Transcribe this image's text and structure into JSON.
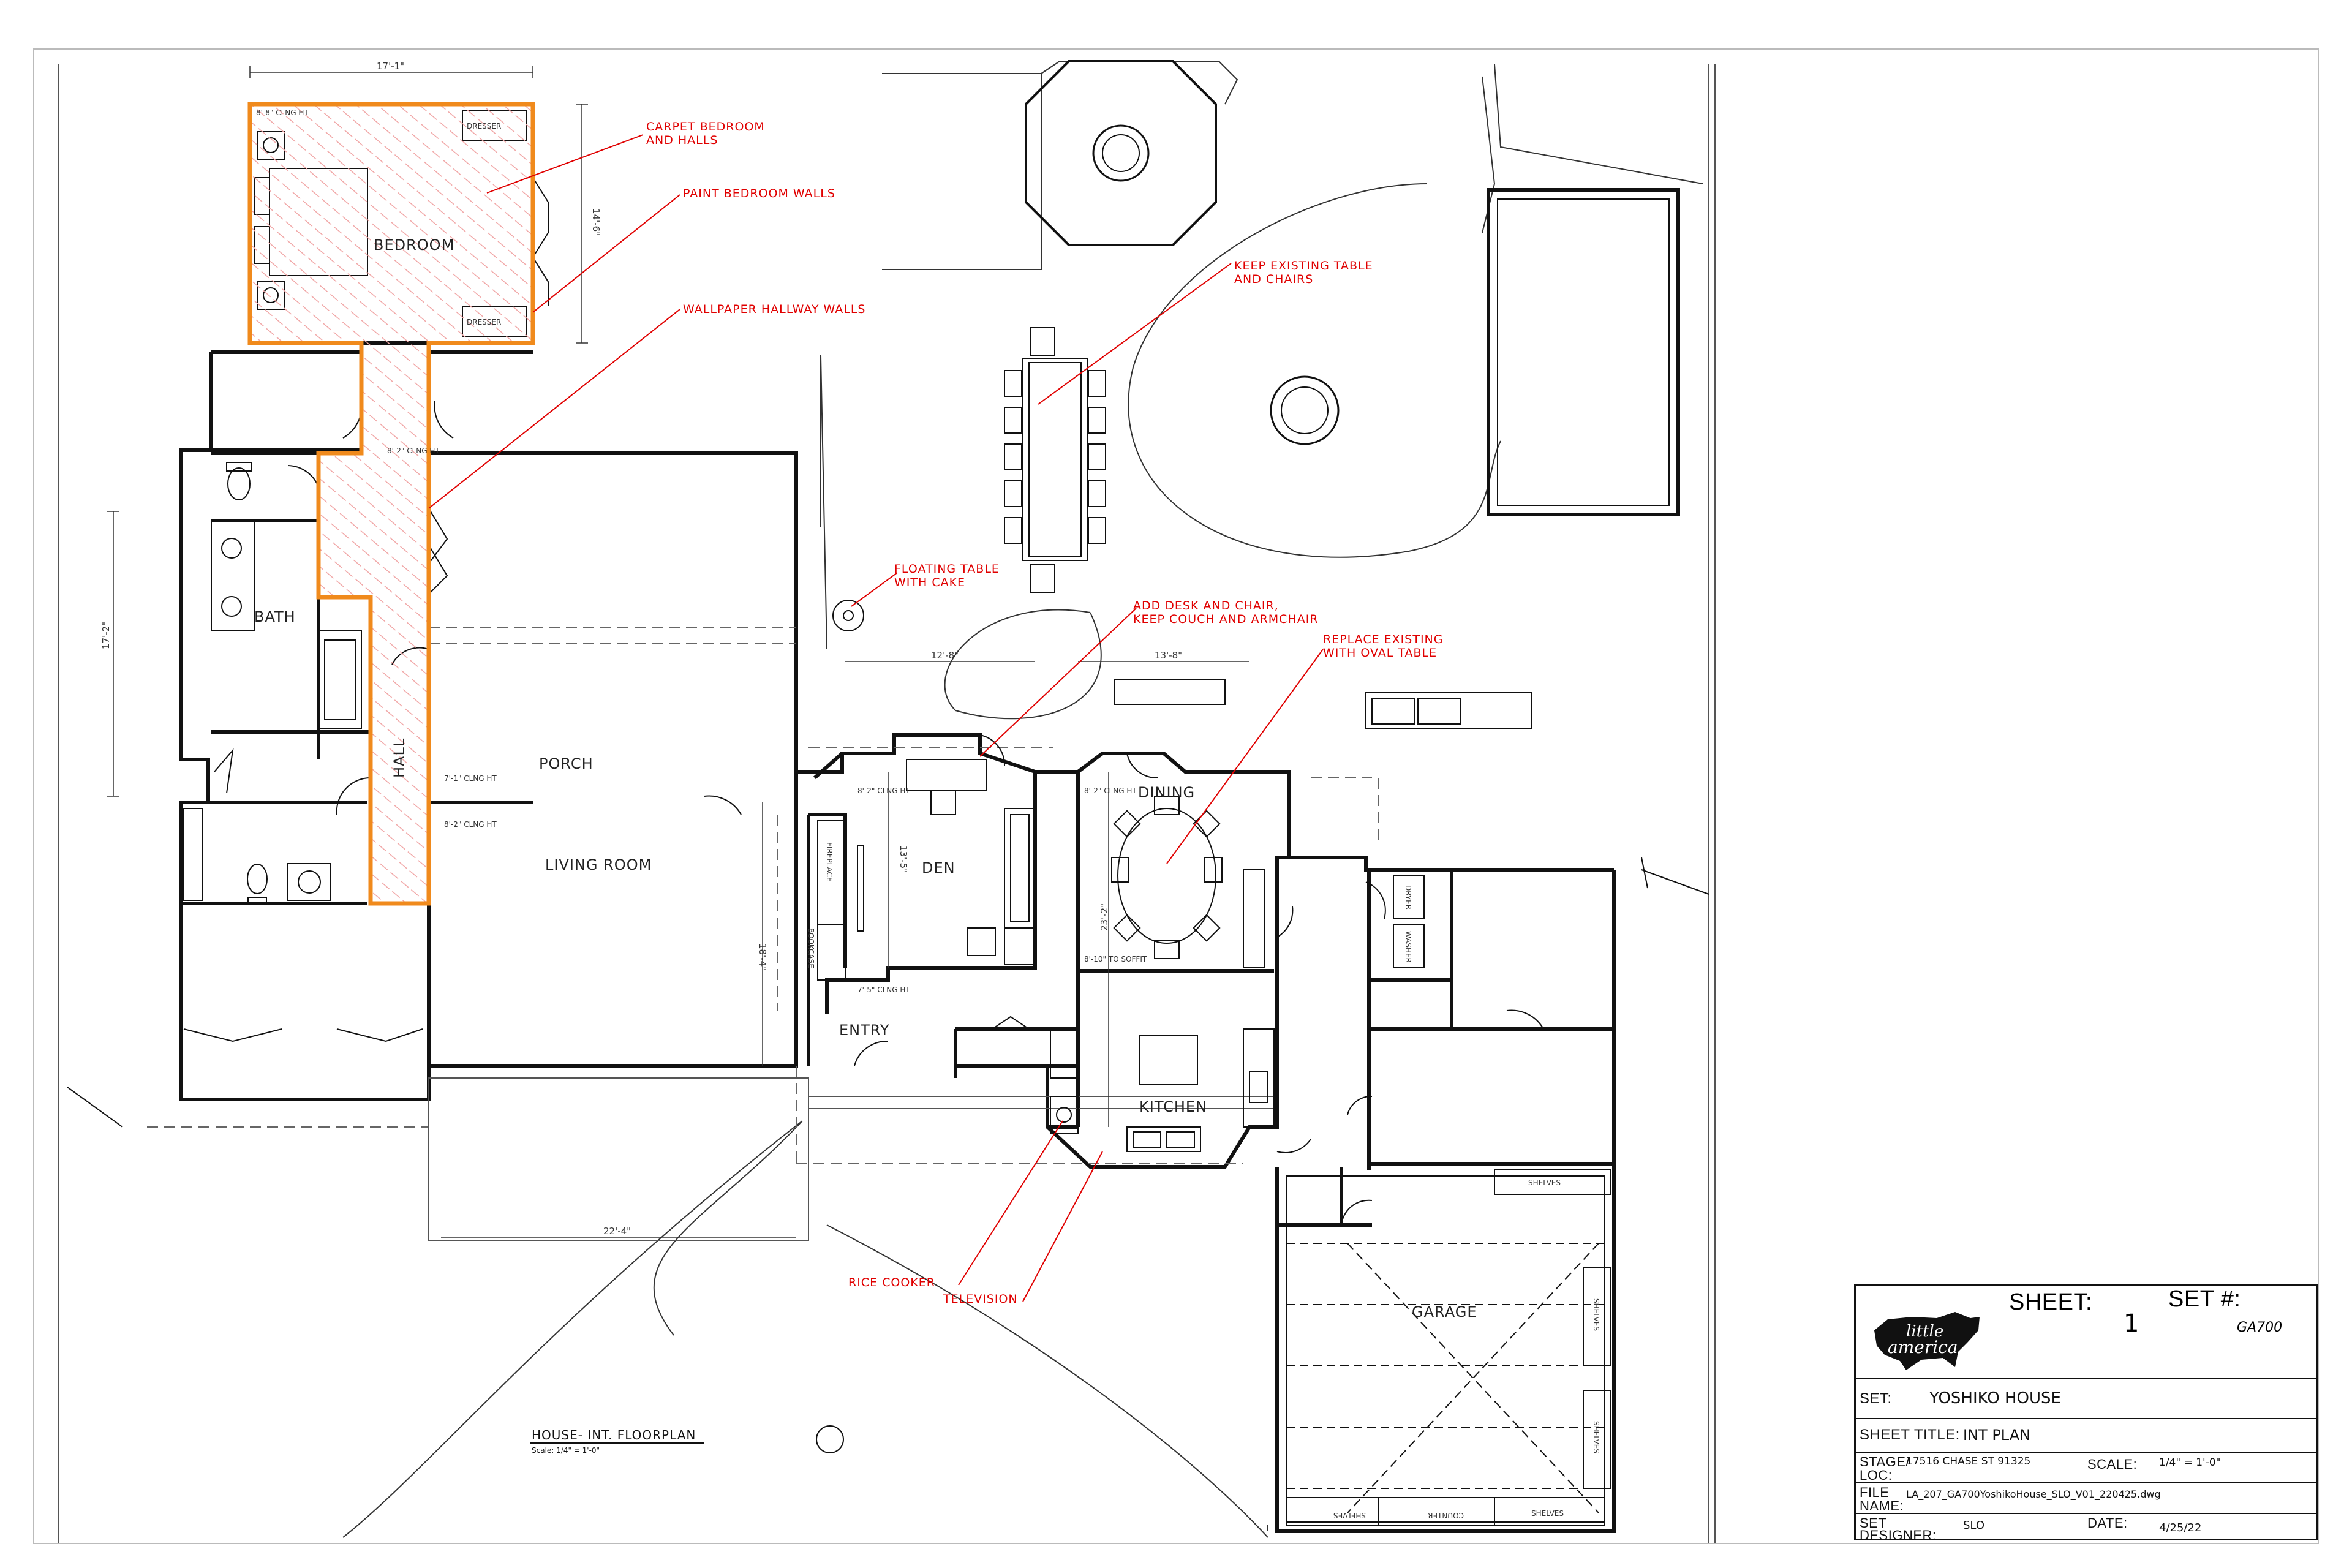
{
  "rooms": {
    "bedroom": "BEDROOM",
    "bath": "BATH",
    "hall": "HALL",
    "porch": "PORCH",
    "living_room": "LIVING ROOM",
    "den": "DEN",
    "dining": "DINING",
    "entry": "ENTRY",
    "kitchen": "KITCHEN",
    "garage": "GARAGE"
  },
  "fixtures": {
    "dresser_1": "DRESSER",
    "dresser_2": "DRESSER",
    "fireplace": "FIREPLACE",
    "bookcase": "BOOKCASE",
    "shelves_1": "SHELVES",
    "shelves_2": "SHELVES",
    "shelves_3": "SHELVES",
    "shelves_4": "SHELVES",
    "shelves_5": "SHELVES",
    "counter": "COUNTER",
    "dryer": "DRYER",
    "washer": "WASHER"
  },
  "dimensions": {
    "bedroom_width": "17'-1\"",
    "bedroom_height": "14'-6\"",
    "west_wing": "17'-2\"",
    "den_width": "12'-8\"",
    "dining_width": "13'-8\"",
    "den_height": "13'-5\"",
    "dining_height": "23'-2\"",
    "living_height": "18'-4\"",
    "lower_width": "22'-4\""
  },
  "ceiling_notes": {
    "bedroom": "8'-8\" CLNG HT",
    "hall": "8'-2\" CLNG HT",
    "porch": "7'-1\" CLNG HT",
    "living": "8'-2\" CLNG HT",
    "den": "8'-2\" CLNG HT",
    "den_lower": "7'-5\" CLNG HT",
    "dining": "8'-2\" CLNG HT",
    "kitchen": "8'-10\" TO SOFFIT"
  },
  "notes": {
    "carpet": [
      "CARPET BEDROOM",
      "AND HALLS"
    ],
    "paint": [
      "PAINT BEDROOM WALLS"
    ],
    "wallpaper": [
      "WALLPAPER HALLWAY WALLS"
    ],
    "keep_table": [
      "KEEP EXISTING TABLE",
      "AND CHAIRS"
    ],
    "floating": [
      "FLOATING TABLE",
      "WITH CAKE"
    ],
    "desk": [
      "ADD DESK AND CHAIR,",
      "KEEP COUCH AND ARMCHAIR"
    ],
    "oval": [
      "REPLACE EXISTING",
      "WITH OVAL TABLE"
    ],
    "rice": [
      "RICE COOKER"
    ],
    "tv": [
      "TELEVISION"
    ]
  },
  "plan_title": {
    "title": "HOUSE- INT. FLOORPLAN",
    "scale": "Scale: 1/4\" = 1'-0\""
  },
  "title_block": {
    "logo_top": "little",
    "logo_bottom": "america",
    "sheet_label": "SHEET:",
    "sheet_value": "1",
    "set_num_label": "SET #:",
    "set_num_value": "GA700",
    "set_label": "SET:",
    "set_value": "YOSHIKO HOUSE",
    "sheet_title_label": "SHEET TITLE:",
    "sheet_title_value": "INT PLAN",
    "stage_label_1": "STAGE/",
    "stage_label_2": "LOC:",
    "stage_value": "17516 CHASE ST  91325",
    "scale_label": "SCALE:",
    "scale_value": "1/4\" = 1'-0\"",
    "file_label_1": "FILE",
    "file_label_2": "NAME:",
    "file_value": "LA_207_GA700YoshikoHouse_SLO_V01_220425.dwg",
    "designer_label_1": "SET",
    "designer_label_2": "DESIGNER:",
    "designer_value": "SLO",
    "date_label": "DATE:",
    "date_value": "4/25/22"
  },
  "colors": {
    "line": "#111111",
    "note": "#e00000",
    "highlight": "#f08a1c",
    "hatch": "#f1a7a7"
  }
}
